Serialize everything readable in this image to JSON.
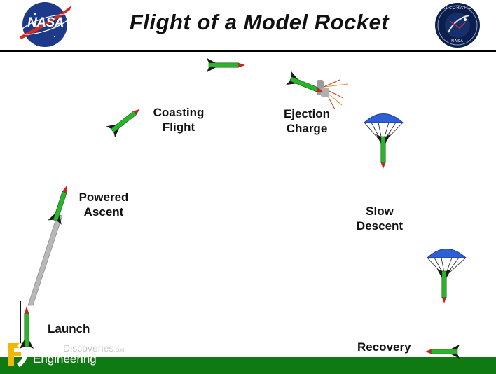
{
  "header": {
    "title": "Flight of a Model Rocket",
    "nasa_logo_text": "NASA",
    "exploration_badge_top": "EXPLORATION",
    "exploration_badge_bottom": "NASA"
  },
  "stages": {
    "launch": "Launch",
    "powered_ascent": [
      "Powered",
      "Ascent"
    ],
    "coasting_flight": [
      "Coasting",
      "Flight"
    ],
    "ejection_charge": [
      "Ejection",
      "Charge"
    ],
    "slow_descent": [
      "Slow",
      "Descent"
    ],
    "recovery": "Recovery"
  },
  "watermark": {
    "line1": "Discoveries",
    "line1_suffix": ".com",
    "line2": "Engineering",
    "logo_letters": "ED"
  },
  "colors": {
    "rocket_body": "#2bb32b",
    "rocket_fin": "#1a1a1a",
    "rocket_nose": "#cc2222",
    "parachute": "#2f5fd6",
    "ground": "#0f7a12",
    "nasa_blue": "#1d3a8a",
    "smoke": "#b8b8b8",
    "watermark_logo": "#f2b705"
  }
}
